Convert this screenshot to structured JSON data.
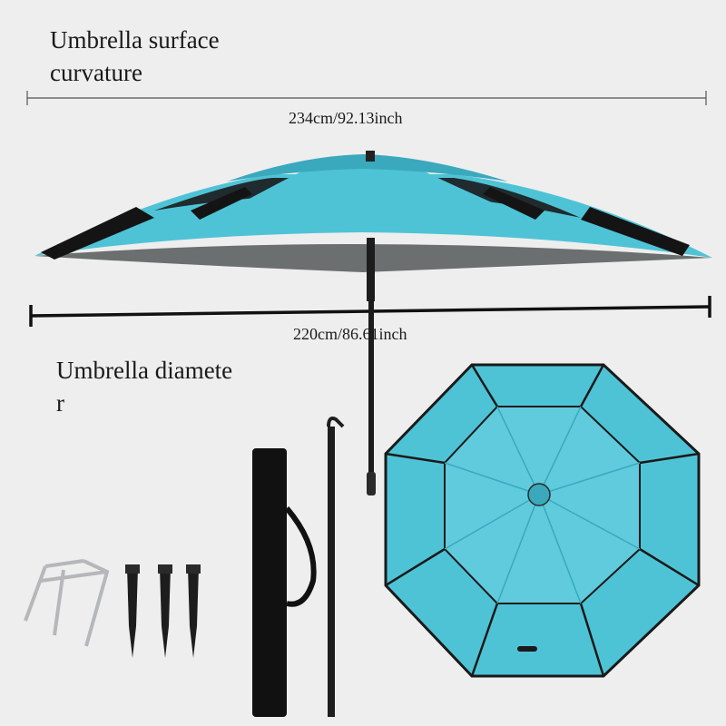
{
  "labels": {
    "surface_line1": "Umbrella surface",
    "surface_line2": "curvature",
    "diameter_line1": "Umbrella diamete",
    "diameter_line2": "r",
    "dimension_top": "234cm/92.13inch",
    "dimension_diameter": "220cm/86.61inch"
  },
  "colors": {
    "background": "#eeeeee",
    "canopy": "#4fc3d6",
    "canopy_dark": "#3aa9bd",
    "underside": "#6b6f70",
    "frame": "#1c1c1c",
    "bag": "#111111"
  }
}
